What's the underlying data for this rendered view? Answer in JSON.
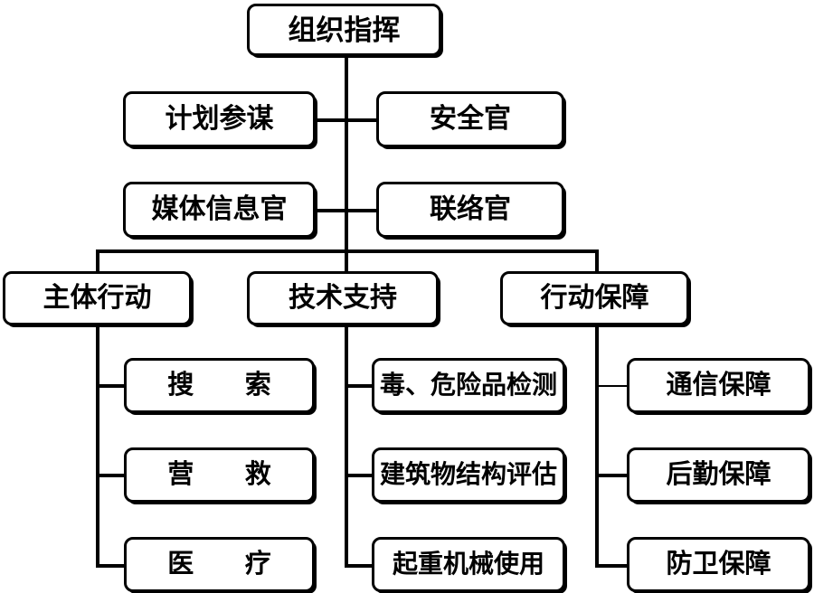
{
  "diagram": {
    "type": "organization-chart",
    "title_node": {
      "label": "组织指挥"
    },
    "staff_rows": [
      {
        "left": {
          "label": "计划参谋"
        },
        "right": {
          "label": "安全官"
        }
      },
      {
        "left": {
          "label": "媒体信息官"
        },
        "right": {
          "label": "联络官"
        }
      }
    ],
    "branches": [
      {
        "label": "主体行动",
        "children": [
          {
            "label": "搜    索",
            "tracked": true
          },
          {
            "label": "营    救",
            "tracked": true
          },
          {
            "label": "医    疗",
            "tracked": true
          }
        ]
      },
      {
        "label": "技术支持",
        "children": [
          {
            "label": "毒、危险品检测",
            "tracked": false
          },
          {
            "label": "建筑物结构评估",
            "tracked": false
          },
          {
            "label": "起重机械使用",
            "tracked": false
          }
        ]
      },
      {
        "label": "行动保障",
        "children": [
          {
            "label": "通信保障",
            "tracked": false
          },
          {
            "label": "后勤保障",
            "tracked": false
          },
          {
            "label": "防卫保障",
            "tracked": false
          }
        ]
      }
    ],
    "colors": {
      "line": "#000000",
      "box_border": "#000000",
      "background": "#ffffff",
      "text": "#000000"
    }
  }
}
